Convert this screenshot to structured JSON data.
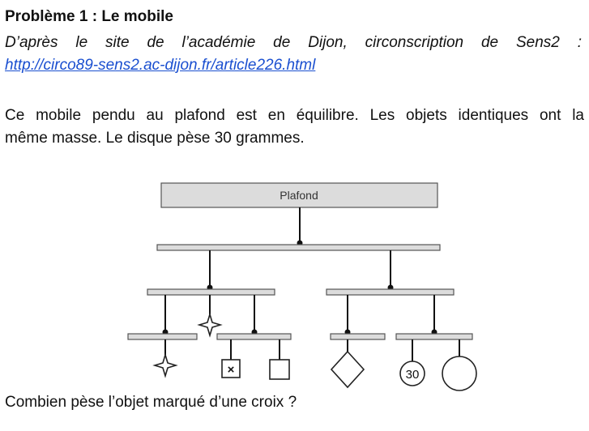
{
  "problem": {
    "title": "Problème 1 : Le mobile",
    "source": "D’après le site de l’académie de Dijon, circonscription de Sens2 :",
    "link": "http://circo89-sens2.ac-dijon.fr/article226.html",
    "para_line1": "Ce mobile pendu au plafond est en équilibre. Les objets identiques ont la",
    "para_line2": "même masse. Le disque pèse 30 grammes.",
    "question": "Combien pèse l’objet marqué d’une croix ?"
  },
  "diagram": {
    "ceiling_label": "Plafond",
    "disc_label": "30",
    "cross_label": "×"
  }
}
